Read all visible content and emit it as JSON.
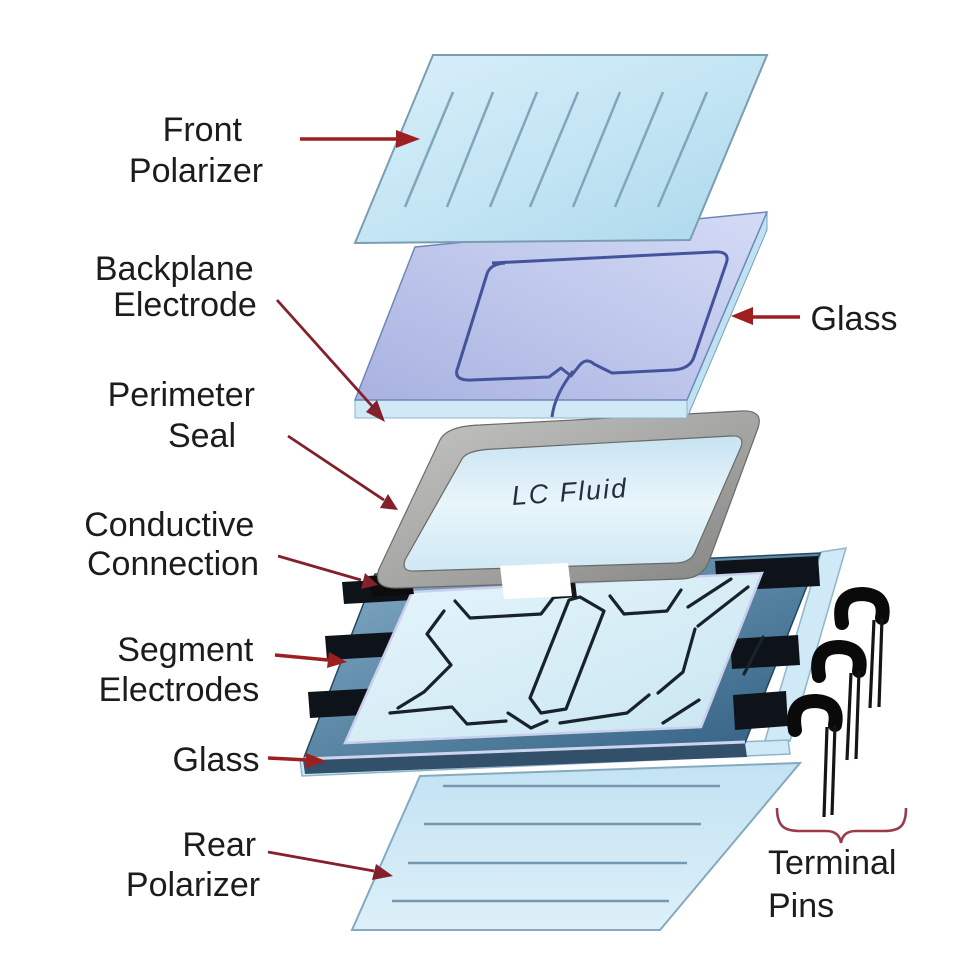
{
  "figure": {
    "type": "exploded-lcd-layer-diagram"
  },
  "labels": {
    "front_polarizer": [
      "Front",
      "Polarizer"
    ],
    "backplane_electrode": [
      "Backplane",
      "Electrode"
    ],
    "perimeter_seal": [
      "Perimeter",
      "Seal"
    ],
    "conductive_connection": [
      "Conductive",
      "Connection"
    ],
    "segment_electrodes": [
      "Segment",
      "Electrodes"
    ],
    "glass_upper": [
      "Glass"
    ],
    "glass_lower": [
      "Glass"
    ],
    "rear_polarizer": [
      "Rear",
      "Polarizer"
    ],
    "terminal_pins": [
      "Terminal",
      "Pins"
    ],
    "lc_fluid": "LC Fluid"
  },
  "colors": {
    "background": "#ffffff",
    "label_text": "#1c1c1c",
    "arrow": "#9e1f1f",
    "arrow_dark": "#84202b",
    "brace": "#9a3a4d",
    "seal_gray": "#9a9a98",
    "backplane_lavender": "#b4bce8",
    "glass_blue": "#cfe9f6",
    "steel_blue": "#3f6f92",
    "pin_black": "#0a0a0a"
  }
}
